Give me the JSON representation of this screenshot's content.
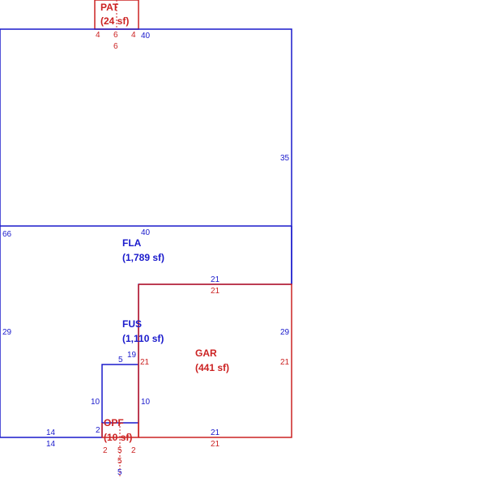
{
  "areas": {
    "pat": {
      "name": "PAT",
      "area": "(24 sf)",
      "color": "#cc2222"
    },
    "fla": {
      "name": "FLA",
      "area": "(1,789 sf)",
      "color": "#1a1acc"
    },
    "fus": {
      "name": "FUS",
      "area": "(1,110 sf)",
      "color": "#1a1acc"
    },
    "gar": {
      "name": "GAR",
      "area": "(441 sf)",
      "color": "#cc2222"
    },
    "opf": {
      "name": "OPF",
      "area": "(10 sf)",
      "color": "#cc2222"
    }
  },
  "dimensions": {
    "pat_left": "4",
    "pat_mid": "6",
    "pat_right": "4",
    "pat_bottom": "6",
    "top_width": "40",
    "right_upper": "35",
    "mid_width": "40",
    "left_height": "66",
    "left_lower": "29",
    "fus_right_top": "21",
    "gar_top": "21",
    "fus_right": "29",
    "gar_right": "21",
    "gar_left": "21",
    "gar_bottom": "21",
    "fus_bottom": "21",
    "notch_top": "5",
    "notch_right_upper": "19",
    "notch_left": "10",
    "notch_right": "10",
    "bottom_left_width": "14",
    "bottom_left_width_2": "14",
    "notch_gap": "2",
    "opf_left": "2",
    "opf_mid": "5",
    "opf_right": "2",
    "opf_below_1": "5",
    "opf_below_2": "5"
  }
}
